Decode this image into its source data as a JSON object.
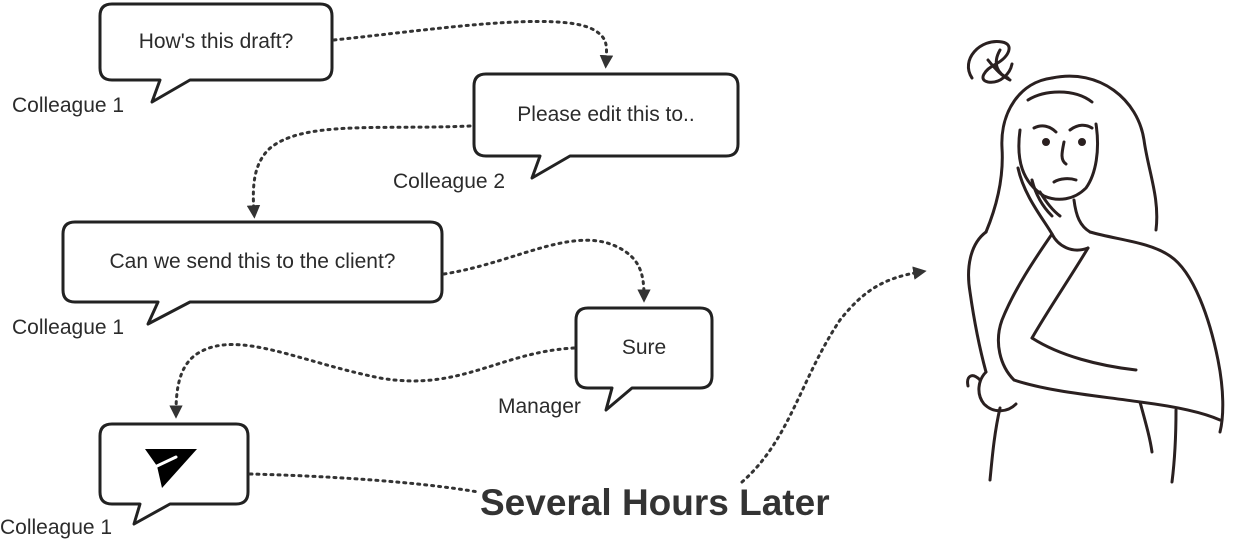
{
  "messages": [
    {
      "text": "How's this draft?",
      "speaker": "Colleague 1"
    },
    {
      "text": "Please edit this to..",
      "speaker": "Colleague 2"
    },
    {
      "text": "Can we send this to the client?",
      "speaker": "Colleague 1"
    },
    {
      "text": "Sure",
      "speaker": "Manager"
    },
    {
      "icon": "send-icon",
      "speaker": "Colleague 1"
    }
  ],
  "caption": "Several Hours Later",
  "figure": "worried-woman-illustration",
  "colors": {
    "ink": "#2b2b2b",
    "line": "#333333"
  }
}
